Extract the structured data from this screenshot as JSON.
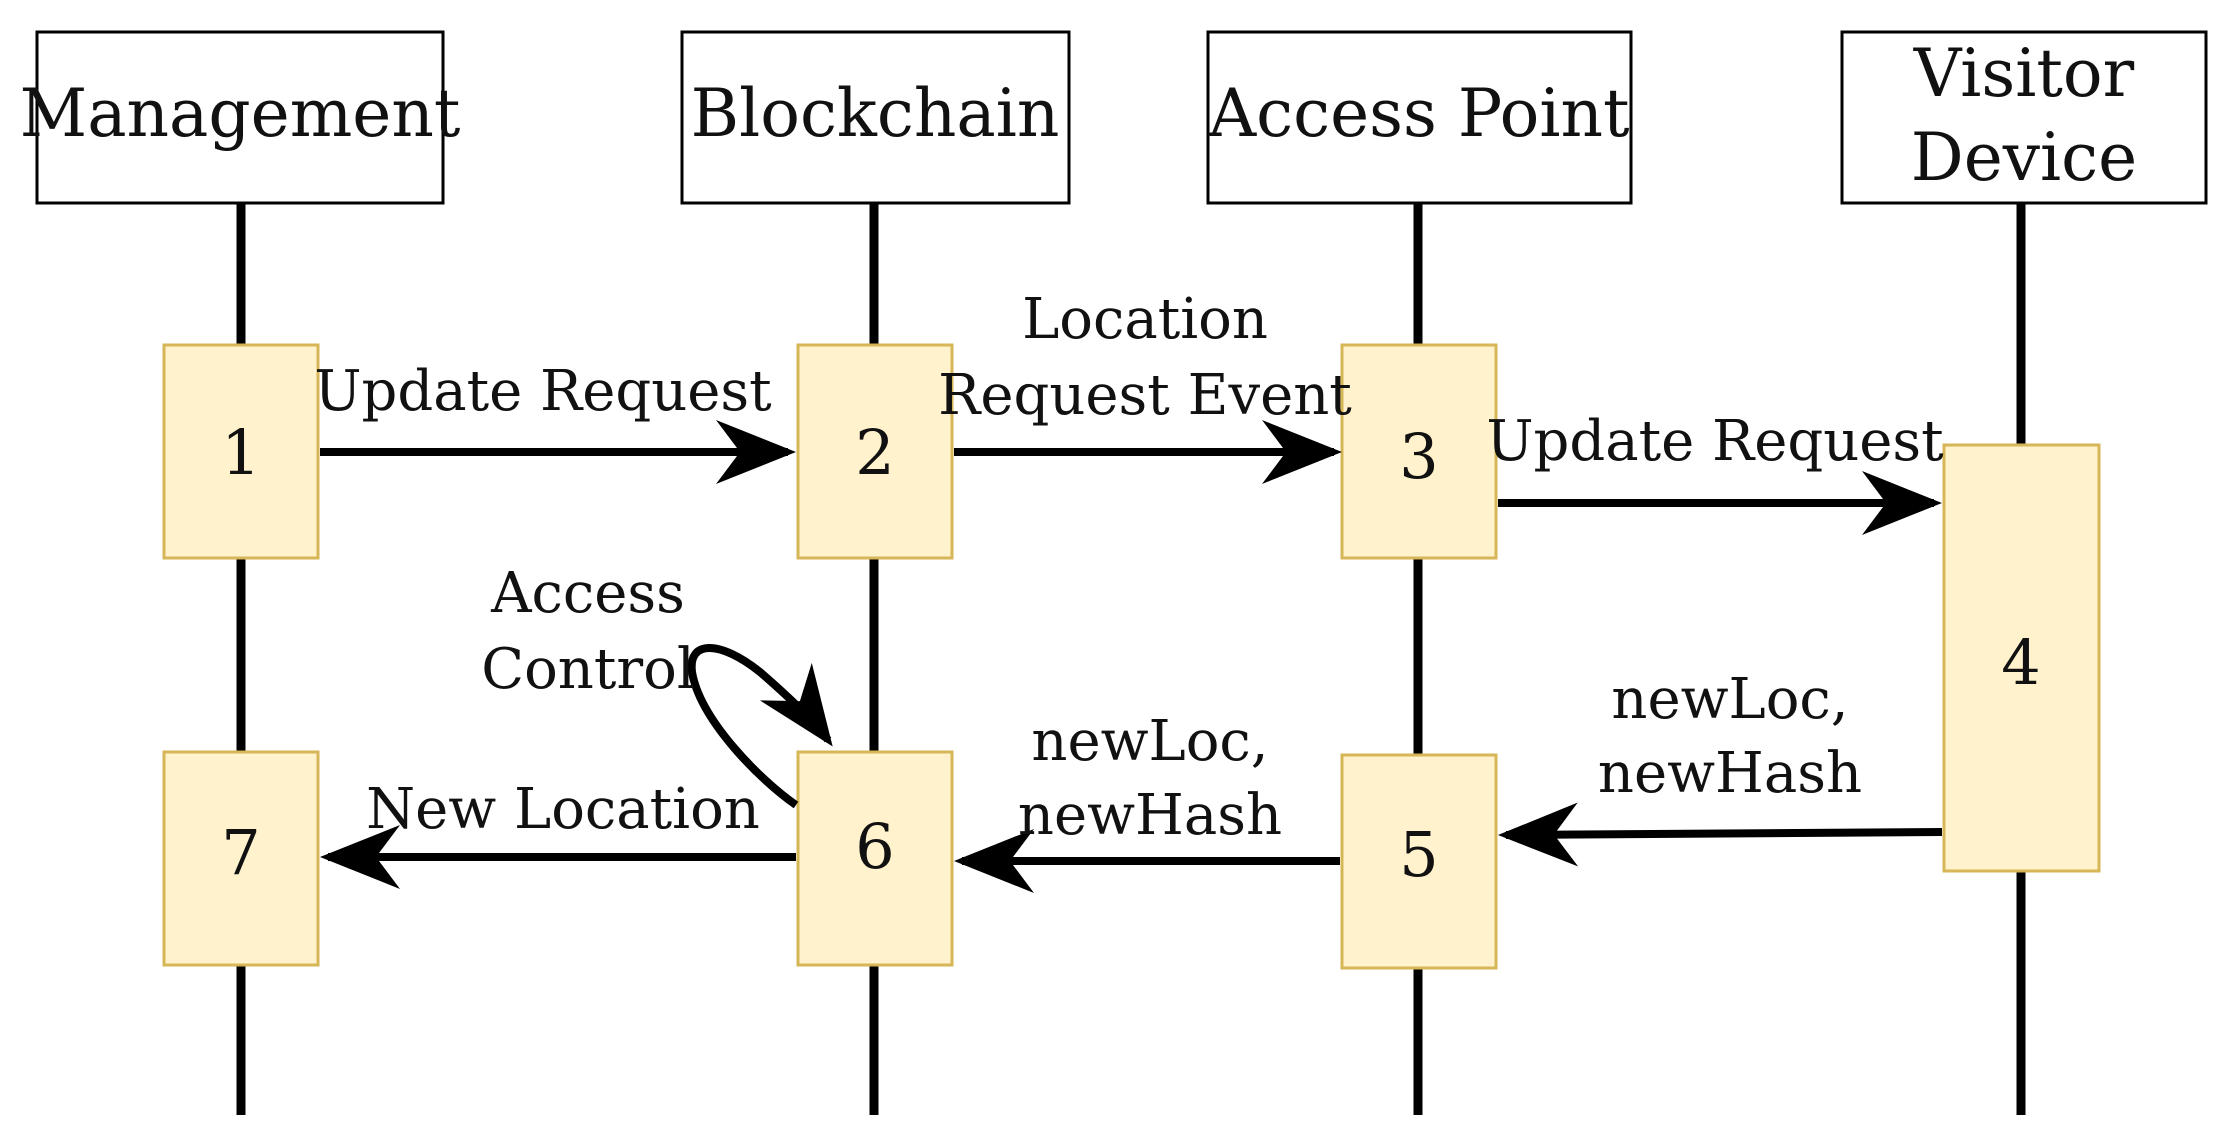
{
  "diagram": {
    "participants": [
      {
        "id": "management",
        "lines": [
          "Management"
        ]
      },
      {
        "id": "blockchain",
        "lines": [
          "Blockchain"
        ]
      },
      {
        "id": "access-point",
        "lines": [
          "Access Point"
        ]
      },
      {
        "id": "visitor-device",
        "lines": [
          "Visitor",
          "Device"
        ]
      }
    ],
    "steps": [
      "1",
      "2",
      "3",
      "4",
      "5",
      "6",
      "7"
    ],
    "messages": [
      {
        "id": "m1",
        "lines": [
          "Update Request"
        ]
      },
      {
        "id": "m2",
        "lines": [
          "Location",
          "Request Event"
        ]
      },
      {
        "id": "m3",
        "lines": [
          "Update Request"
        ]
      },
      {
        "id": "m4",
        "lines": [
          "newLoc,",
          "newHash"
        ]
      },
      {
        "id": "m5",
        "lines": [
          "newLoc,",
          "newHash"
        ]
      },
      {
        "id": "m6",
        "lines": [
          "New Location"
        ]
      },
      {
        "id": "self",
        "lines": [
          "Access",
          "Control"
        ]
      }
    ],
    "colors": {
      "activation_fill": "#fff2cc",
      "activation_stroke": "#d6b656",
      "line": "#000000"
    }
  }
}
